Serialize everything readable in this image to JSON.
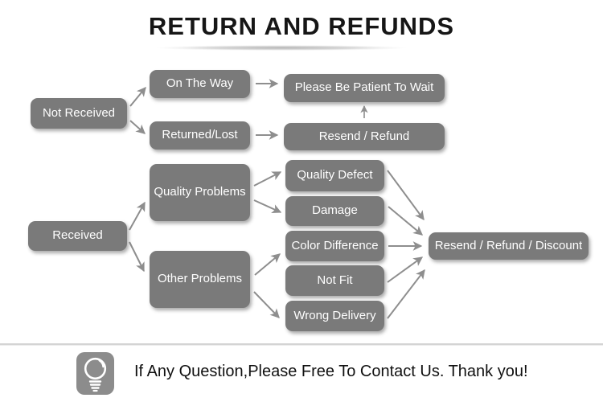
{
  "title": "RETURN AND REFUNDS",
  "nodes": {
    "not_received": "Not Received",
    "on_the_way": "On The Way",
    "returned_lost": "Returned/Lost",
    "please_wait": "Please Be Patient To Wait",
    "resend_refund": "Resend / Refund",
    "received": "Received",
    "quality_problems": "Quality Problems",
    "other_problems": "Other Problems",
    "quality_defect": "Quality Defect",
    "damage": "Damage",
    "color_difference": "Color Difference",
    "not_fit": "Not Fit",
    "wrong_delivery": "Wrong Delivery",
    "resend_refund_discount": "Resend / Refund / Discount"
  },
  "edges": [
    {
      "from": "Not Received",
      "to": "On The Way"
    },
    {
      "from": "Not Received",
      "to": "Returned/Lost"
    },
    {
      "from": "On The Way",
      "to": "Please Be Patient To Wait"
    },
    {
      "from": "Returned/Lost",
      "to": "Resend / Refund"
    },
    {
      "from": "Resend / Refund",
      "to": "Please Be Patient To Wait"
    },
    {
      "from": "Received",
      "to": "Quality Problems"
    },
    {
      "from": "Received",
      "to": "Other Problems"
    },
    {
      "from": "Quality Problems",
      "to": "Quality Defect"
    },
    {
      "from": "Quality Problems",
      "to": "Damage"
    },
    {
      "from": "Other Problems",
      "to": "Color Difference"
    },
    {
      "from": "Other Problems",
      "to": "Wrong Delivery"
    },
    {
      "from": "Quality Defect",
      "to": "Resend / Refund / Discount"
    },
    {
      "from": "Damage",
      "to": "Resend / Refund / Discount"
    },
    {
      "from": "Color Difference",
      "to": "Resend / Refund / Discount"
    },
    {
      "from": "Not Fit",
      "to": "Resend / Refund / Discount"
    },
    {
      "from": "Wrong Delivery",
      "to": "Resend / Refund / Discount"
    }
  ],
  "footer": {
    "message": "If Any Question,Please Free To Contact Us. Thank you!",
    "icon": "light-bulb-icon"
  },
  "colors": {
    "node_fill": "#7a7a7a",
    "node_text": "#ffffff",
    "arrow": "#8e8e8e",
    "title_text": "#161616",
    "icon_background": "#8c8c8c",
    "divider": "#d4d4d4"
  }
}
